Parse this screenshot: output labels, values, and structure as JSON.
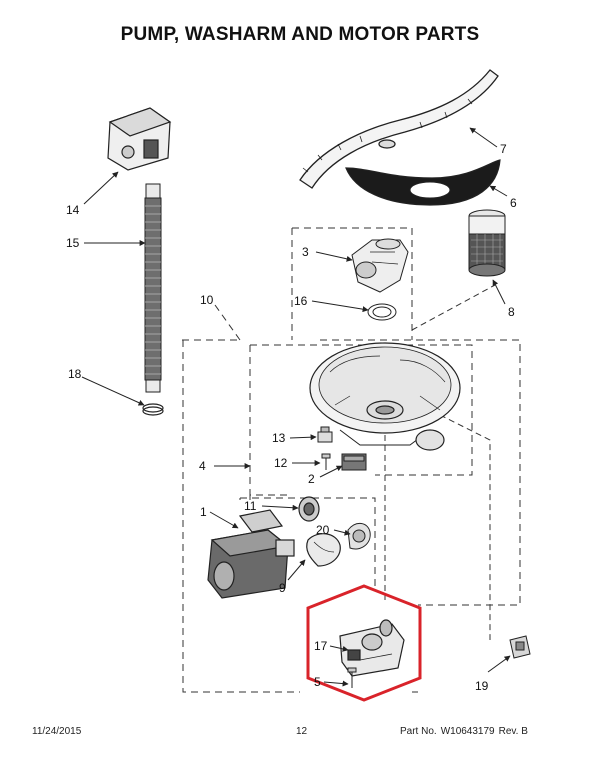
{
  "title": "PUMP, WASHARM AND MOTOR PARTS",
  "callouts": {
    "c1": "1",
    "c2": "2",
    "c3": "3",
    "c4": "4",
    "c5": "5",
    "c6": "6",
    "c7": "7",
    "c8": "8",
    "c9": "9",
    "c10": "10",
    "c11": "11",
    "c12": "12",
    "c13": "13",
    "c14": "14",
    "c15": "15",
    "c16": "16",
    "c17": "17",
    "c18": "18",
    "c19": "19",
    "c20": "20"
  },
  "footer": {
    "date": "11/24/2015",
    "page": "12",
    "part_label": "Part No.",
    "part_number": "W10643179",
    "rev": "Rev. B"
  },
  "colors": {
    "highlight": "#d9232a",
    "line": "#222222"
  }
}
